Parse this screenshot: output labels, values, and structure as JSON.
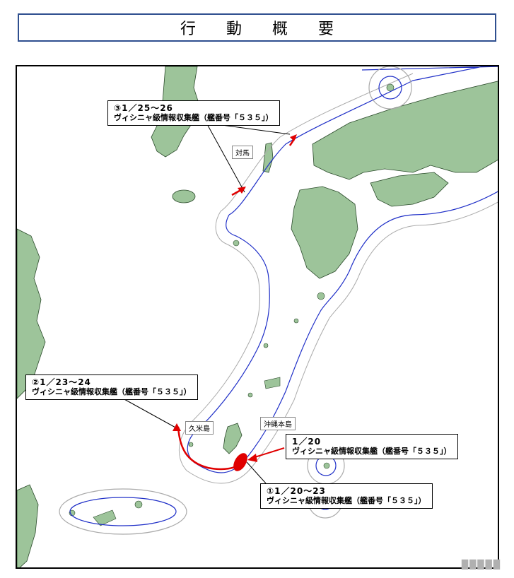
{
  "header": {
    "title": "行 動 概 要"
  },
  "places": {
    "tsushima": "対馬",
    "kumejima": "久米島",
    "okinawa": "沖縄本島"
  },
  "events": [
    {
      "date": "③1／25～26",
      "ship": "ヴィシニャ級情報収集艦（艦番号「５３５」）"
    },
    {
      "date": "②1／23～24",
      "ship": "ヴィシニャ級情報収集艦（艦番号「５３５」）"
    },
    {
      "date": "1／20",
      "ship": "ヴィシニャ級情報収集艦（艦番号「５３５」）"
    },
    {
      "date": "①1／20～23",
      "ship": "ヴィシニャ級情報収集艦（艦番号「５３５」）"
    }
  ],
  "colors": {
    "land": "#9dc49a",
    "land_outline": "#2a4a2a",
    "territorial_line": "#2030c8",
    "track": "#e00000",
    "frame": "#2f4f8f"
  },
  "watermark": "█████"
}
